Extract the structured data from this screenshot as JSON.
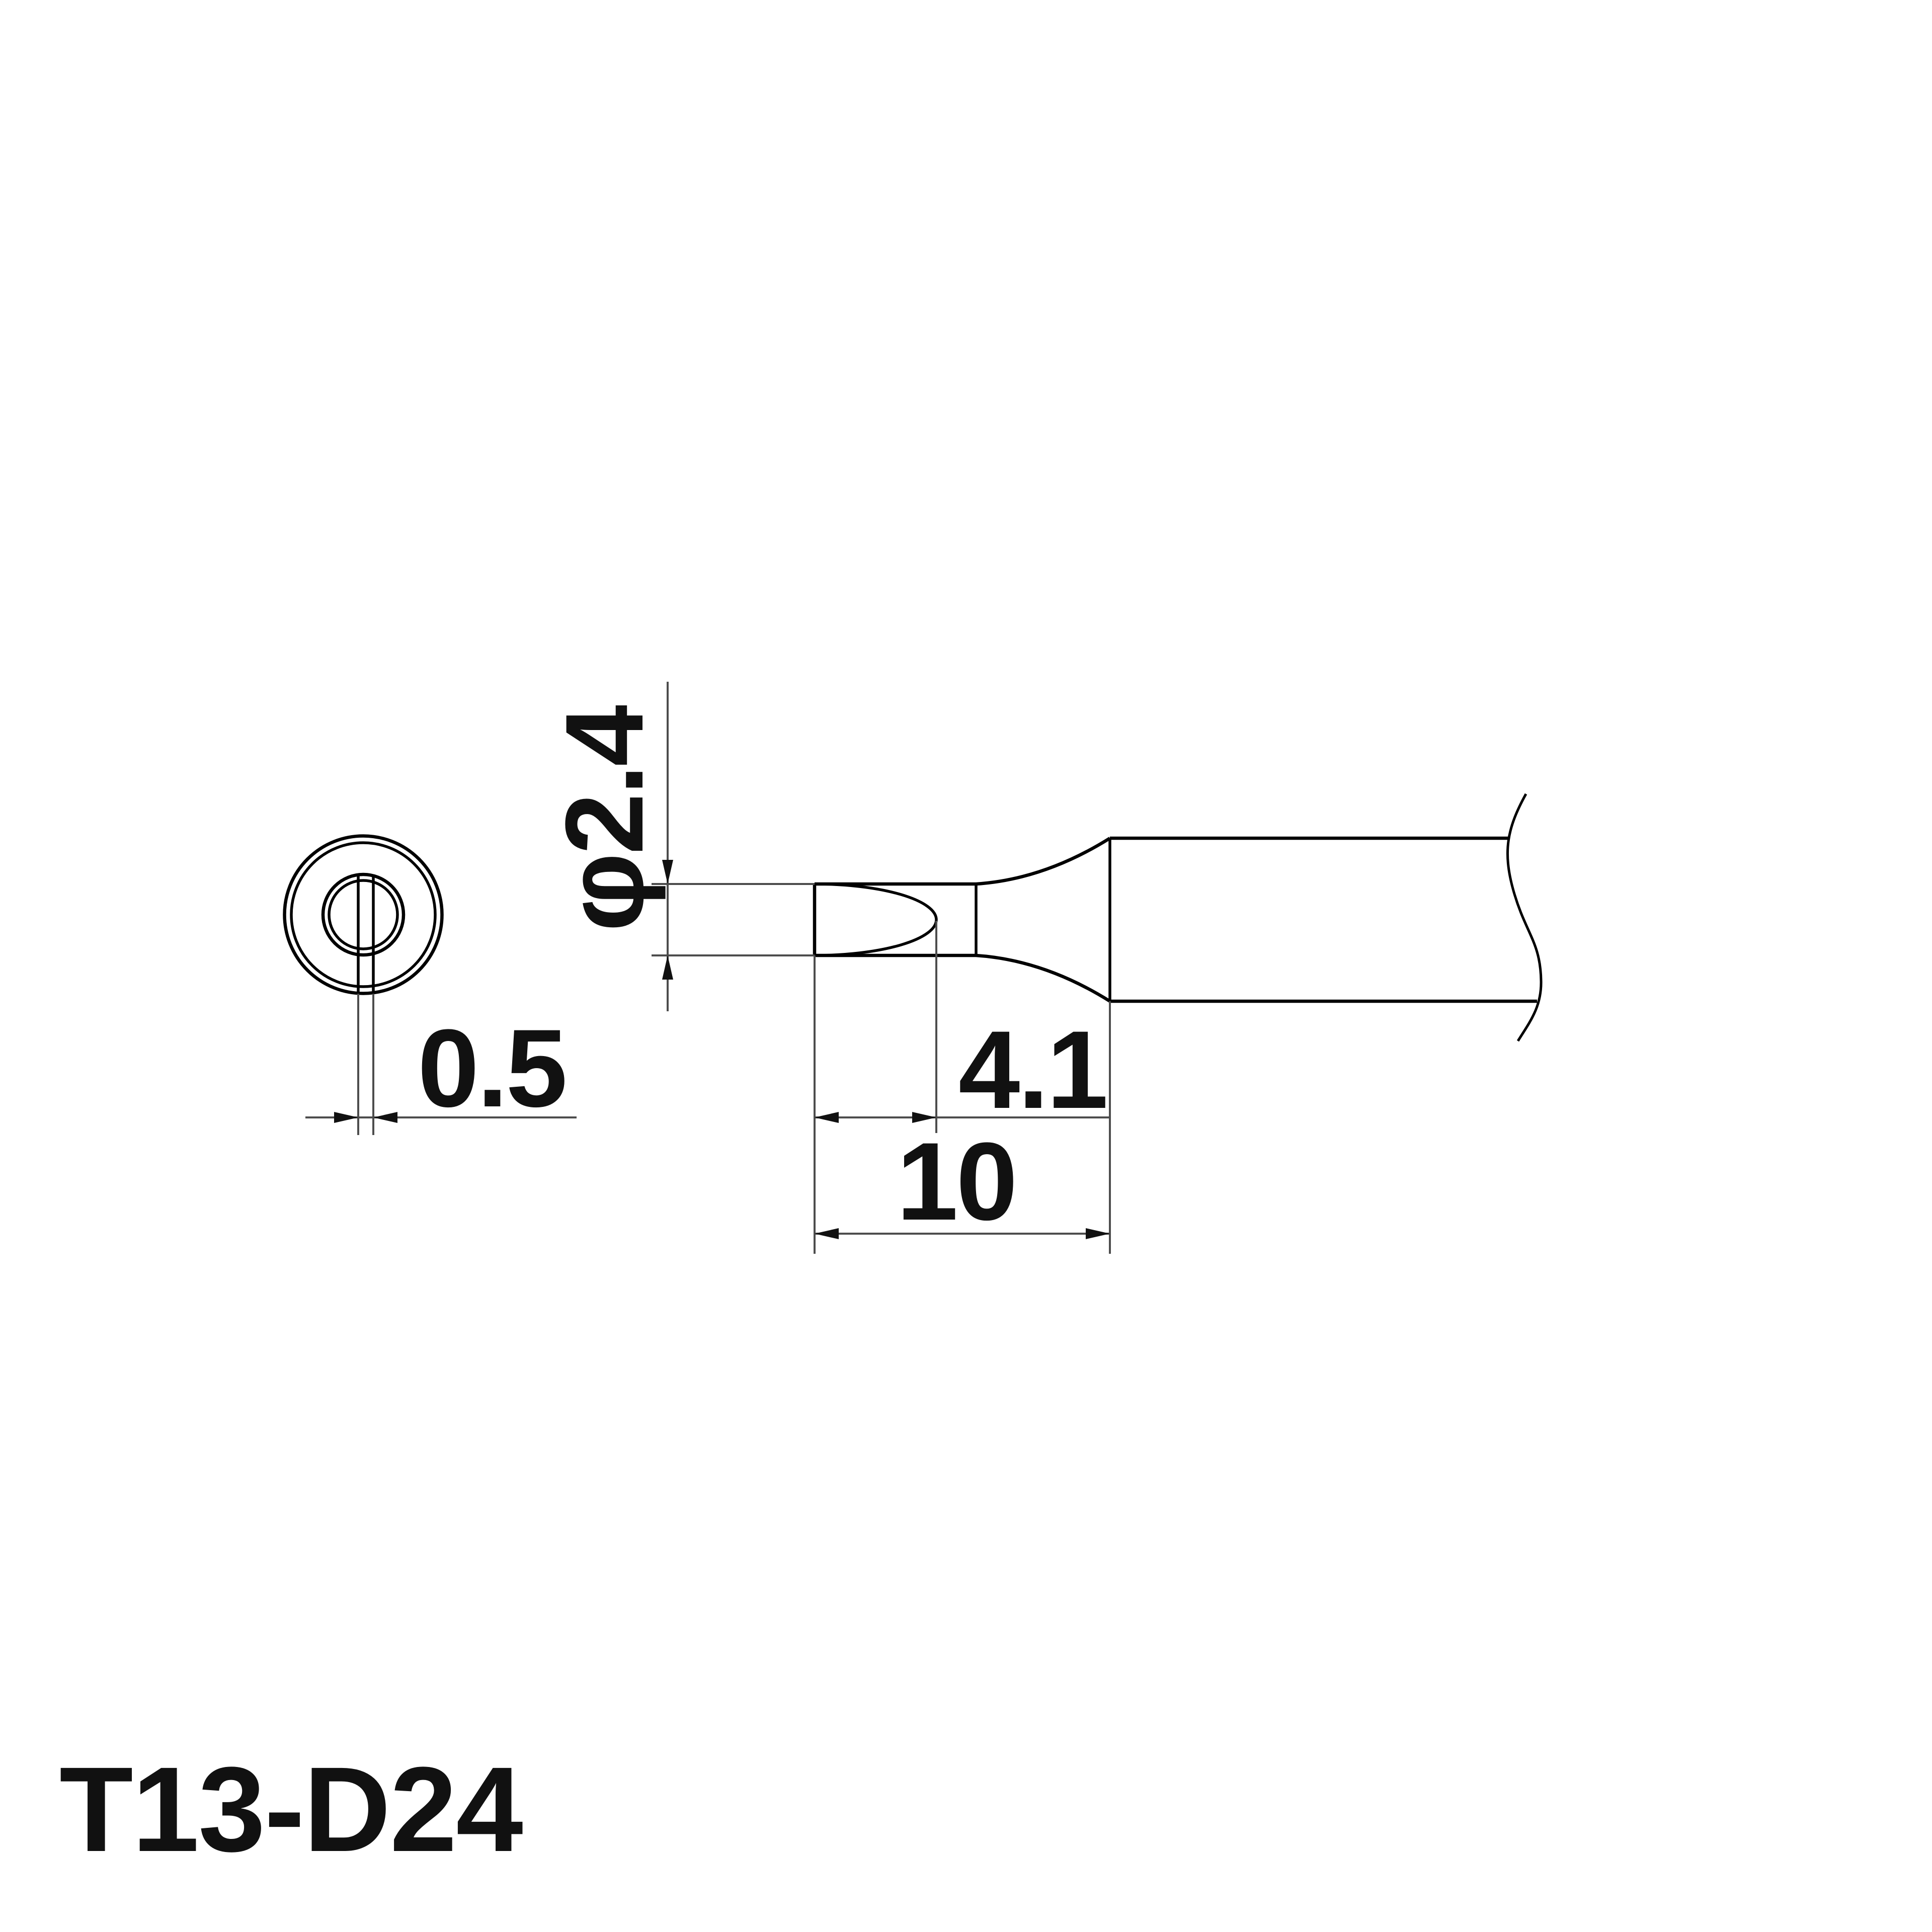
{
  "title": {
    "part_number": "T13-D24"
  },
  "dimensions": {
    "tip_diameter": "φ2.4",
    "edge_width": "0.5",
    "flat_length": "4.1",
    "tip_length": "10"
  },
  "colors": {
    "outline": "#000000",
    "dimension_lines": "#4d4d4d",
    "text": "#111111",
    "background": "#ffffff"
  }
}
